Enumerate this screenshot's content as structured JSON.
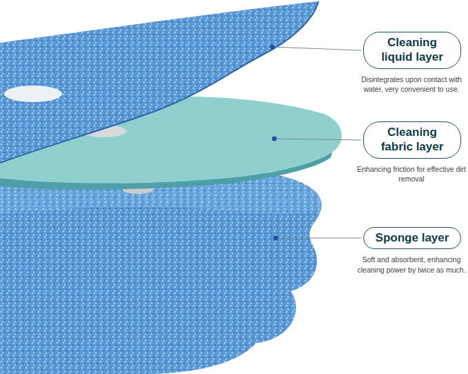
{
  "diagram": {
    "nodes": [
      {
        "text": [
          "Cleaning liquid layer",
          "Disintegrates upon contact with water, very convenient to use."
        ]
      },
      {
        "text": [
          "Cleaning fabric layer",
          "Enhancing friction for effective dirt removal"
        ]
      },
      {
        "text": [
          "Sponge layer",
          "Soft and absorbent, enhancing cleaning power by twice as much."
        ]
      }
    ]
  }
}
